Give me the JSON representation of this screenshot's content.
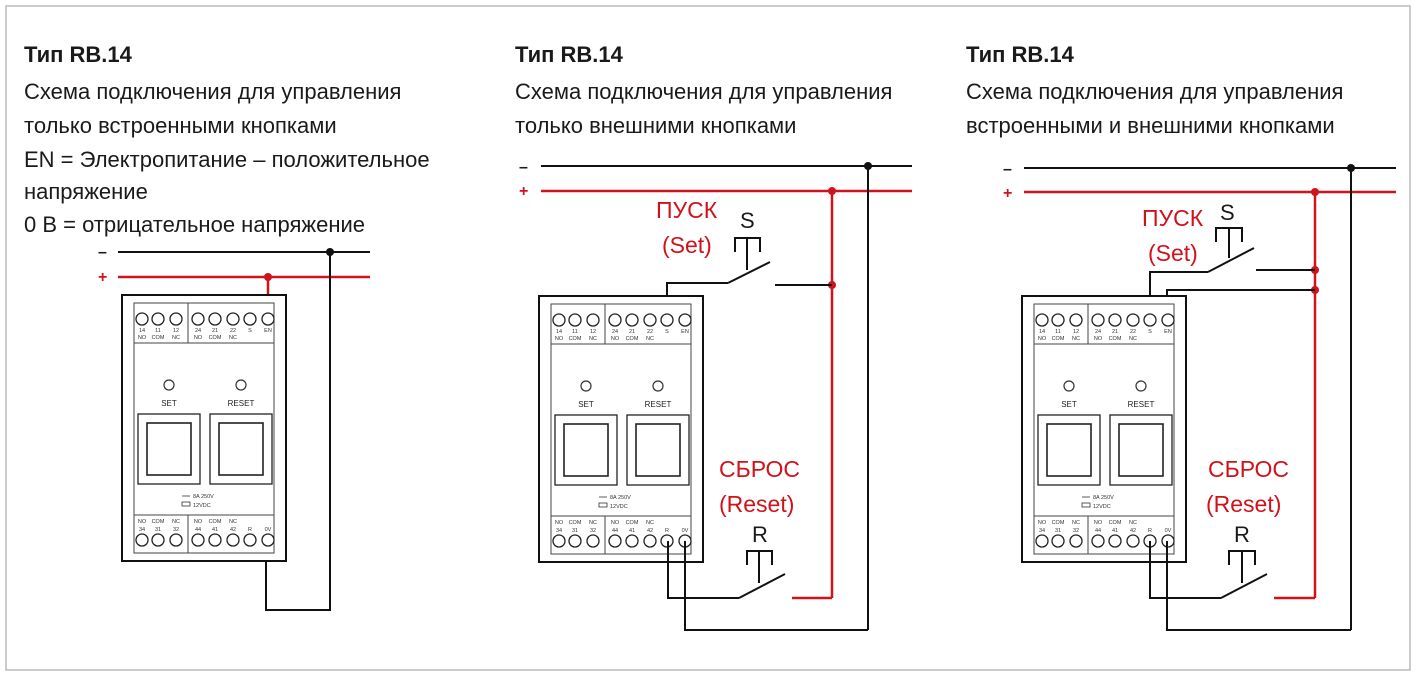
{
  "colors": {
    "wire_negative": "#111111",
    "wire_positive": "#d0121b",
    "label_red": "#d0121b",
    "frame": "#bbbbbb"
  },
  "panels": [
    {
      "title": "Тип RB.14",
      "desc_lines": [
        "Схема подключения для управления",
        "только встроенными кнопками",
        "EN = Электропитание – положительное",
        "напряжение",
        "0 В = отрицательное напряжение"
      ]
    },
    {
      "title": "Тип RB.14",
      "desc_lines": [
        "Схема подключения для управления",
        "только внешними кнопками"
      ]
    },
    {
      "title": "Тип RB.14",
      "desc_lines": [
        "Схема подключения для управления",
        "встроенными и внешними кнопками"
      ]
    }
  ],
  "bus": {
    "minus": "–",
    "plus": "+"
  },
  "labels": {
    "start_ru": "ПУСК",
    "start_en": "(Set)",
    "reset_ru": "СБРОС",
    "reset_en": "(Reset)",
    "switch_s": "S",
    "switch_r": "R"
  },
  "relay": {
    "top_terminals": [
      "14",
      "11",
      "12",
      "24",
      "21",
      "22",
      "S",
      "EN"
    ],
    "top_sub": [
      "NO",
      "COM",
      "NC",
      "NO",
      "COM",
      "NC",
      "",
      ""
    ],
    "bottom_sub": [
      "NO",
      "COM",
      "NC",
      "NO",
      "COM",
      "NC",
      "",
      ""
    ],
    "bottom_terminals": [
      "34",
      "31",
      "32",
      "44",
      "41",
      "42",
      "R",
      "0V"
    ],
    "btn_set": "SET",
    "btn_reset": "RESET",
    "rating_1": "8A 250V",
    "rating_2": "12VDC"
  }
}
